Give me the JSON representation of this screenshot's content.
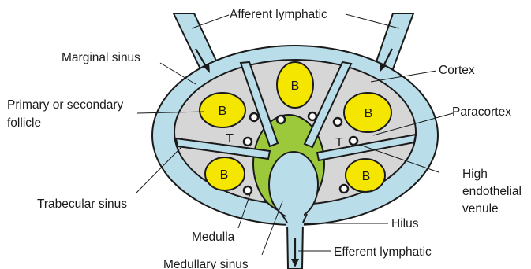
{
  "colors": {
    "sinus": "#b9dde9",
    "cortex": "#d6d6d6",
    "follicle": "#f5e600",
    "paracortex_ring": "#9cc93b",
    "outline": "#1a1a1a"
  },
  "labels": {
    "afferent_lymphatic": "Afferent lymphatic",
    "marginal_sinus": "Marginal sinus",
    "cortex": "Cortex",
    "primary_secondary_follicle_line1": "Primary or secondary",
    "primary_secondary_follicle_line2": "follicle",
    "paracortex": "Paracortex",
    "high_endothelial_venule_line1": "High",
    "high_endothelial_venule_line2": "endothelial",
    "high_endothelial_venule_line3": "venule",
    "trabecular_sinus": "Trabecular sinus",
    "hilus": "Hilus",
    "medulla": "Medulla",
    "efferent_lymphatic": "Efferent lymphatic",
    "medullary_sinus": "Medullary sinus"
  },
  "cells": {
    "b_cell": "B",
    "t_cell": "T"
  }
}
